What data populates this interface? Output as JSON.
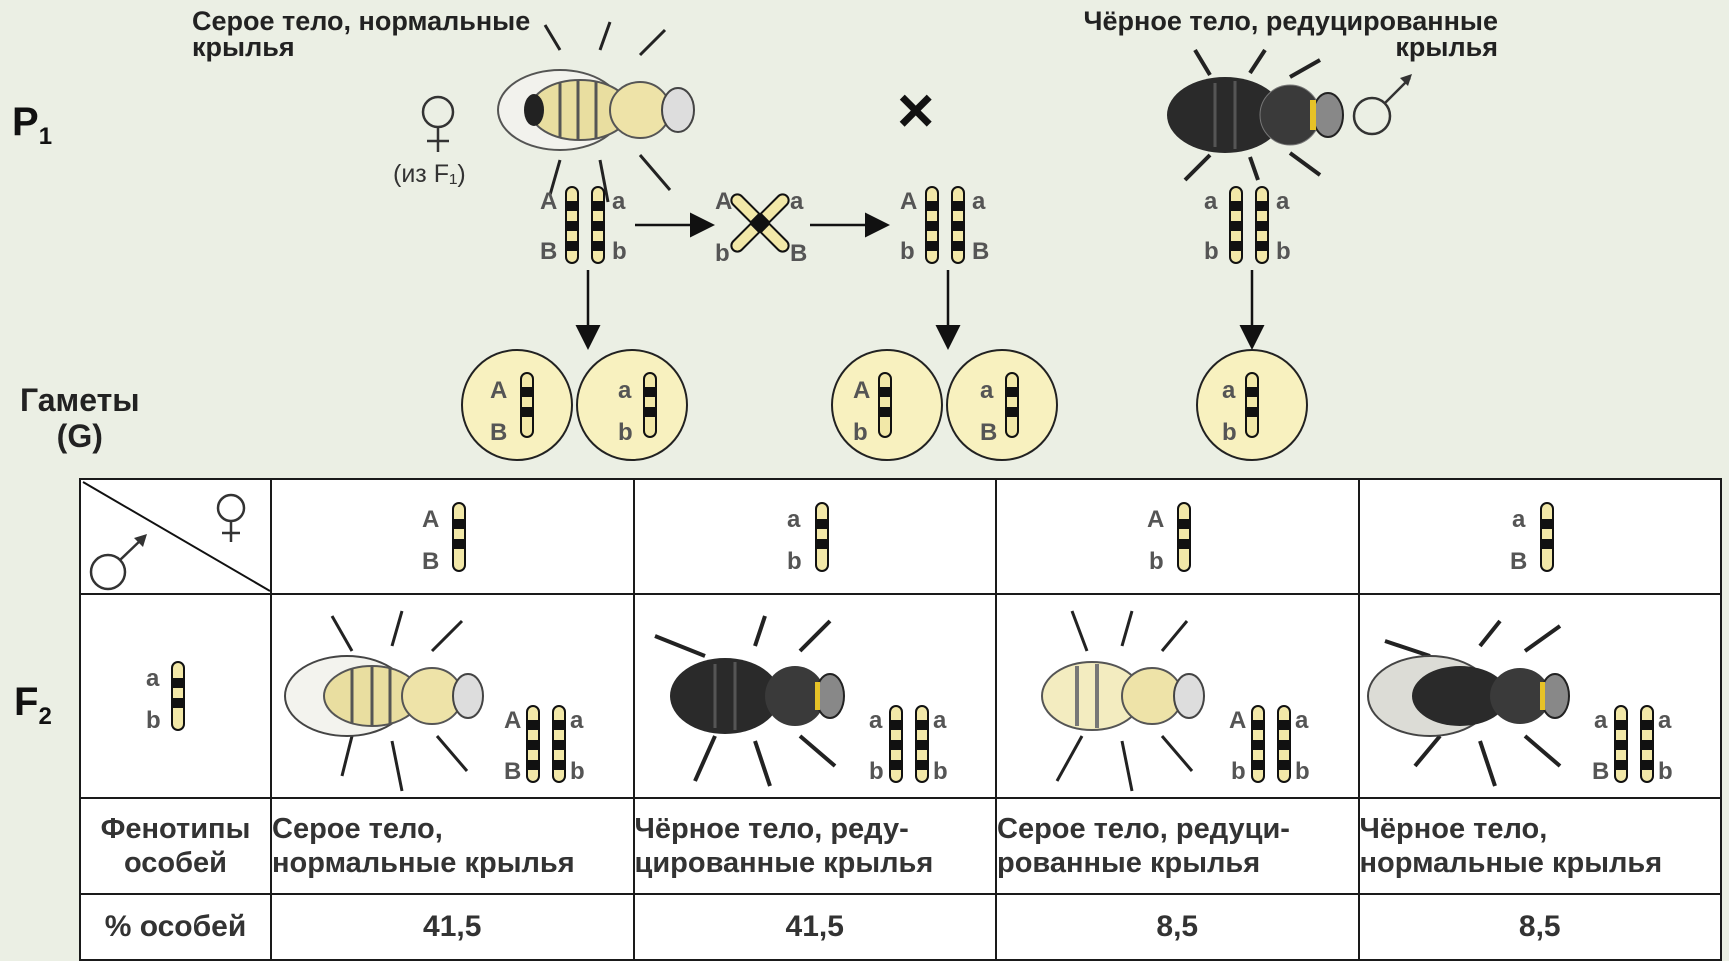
{
  "labels": {
    "p1": "P",
    "p1_sub": "1",
    "gametes_line1": "Гаметы",
    "gametes_line2": "(G)",
    "f2": "F",
    "f2_sub": "2",
    "cross_symbol": "×"
  },
  "female_parent": {
    "caption_line1": "Серое тело, нормальные",
    "caption_line2": "крылья",
    "symbol": "♀",
    "note": "(из F₁)",
    "chromosome_left": [
      "A",
      "B"
    ],
    "chromosome_right": [
      "a",
      "b"
    ],
    "crossover_left": [
      "A",
      "b"
    ],
    "crossover_right": [
      "a",
      "B"
    ],
    "after_left": [
      "A",
      "b"
    ],
    "after_right": [
      "a",
      "B"
    ]
  },
  "male_parent": {
    "caption_line1": "Чёрное тело, редуцированные",
    "caption_line2": "крылья",
    "symbol": "♂",
    "chromosome_left": [
      "a",
      "b"
    ],
    "chromosome_right": [
      "a",
      "b"
    ]
  },
  "gametes": [
    {
      "top": "A",
      "bottom": "B"
    },
    {
      "top": "a",
      "bottom": "b"
    },
    {
      "top": "A",
      "bottom": "b"
    },
    {
      "top": "a",
      "bottom": "B"
    },
    {
      "top": "a",
      "bottom": "b"
    }
  ],
  "table": {
    "female_symbol": "♀",
    "male_symbol": "♂",
    "female_gametes": [
      {
        "top": "A",
        "bottom": "B"
      },
      {
        "top": "a",
        "bottom": "b"
      },
      {
        "top": "A",
        "bottom": "b"
      },
      {
        "top": "a",
        "bottom": "B"
      }
    ],
    "male_gamete": {
      "top": "a",
      "bottom": "b"
    },
    "offspring": [
      {
        "fly": "grey-normal",
        "genotype": [
          [
            "A",
            "B"
          ],
          [
            "a",
            "b"
          ]
        ]
      },
      {
        "fly": "black-reduced",
        "genotype": [
          [
            "a",
            "b"
          ],
          [
            "a",
            "b"
          ]
        ]
      },
      {
        "fly": "grey-reduced",
        "genotype": [
          [
            "A",
            "b"
          ],
          [
            "a",
            "b"
          ]
        ]
      },
      {
        "fly": "black-normal",
        "genotype": [
          [
            "a",
            "B"
          ],
          [
            "a",
            "b"
          ]
        ]
      }
    ],
    "phenotype_header_line1": "Фенотипы",
    "phenotype_header_line2": "особей",
    "phenotypes": [
      {
        "line1": "Серое тело,",
        "line2": "нормальные крылья"
      },
      {
        "line1": "Чёрное тело, реду-",
        "line2": "цированные крылья"
      },
      {
        "line1": "Серое тело, редуци-",
        "line2": "рованные крылья"
      },
      {
        "line1": "Чёрное тело,",
        "line2": "нормальные крылья"
      }
    ],
    "percent_header": "% особей",
    "percents": [
      "41,5",
      "41,5",
      "8,5",
      "8,5"
    ]
  },
  "colors": {
    "background": "#ebefe4",
    "gamete_fill": "#f8f1bf",
    "grey_body": "#e9dea0",
    "black_body": "#2a2a2a"
  }
}
